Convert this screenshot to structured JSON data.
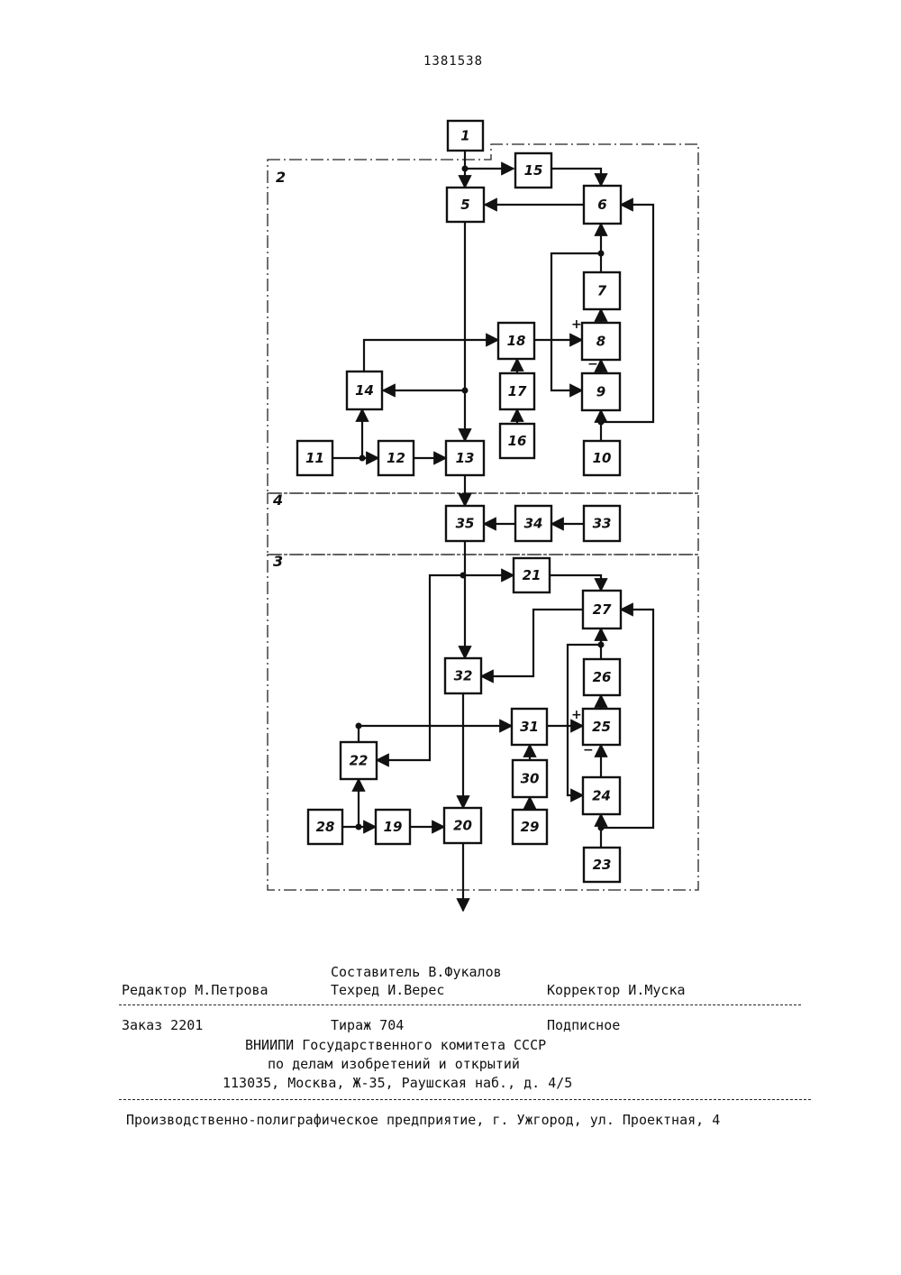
{
  "header": {
    "document_number": "1381538"
  },
  "diagram": {
    "regions": [
      {
        "id": "region-2",
        "label": "2"
      },
      {
        "id": "region-4",
        "label": "4"
      },
      {
        "id": "region-3",
        "label": "3"
      }
    ],
    "blocks": [
      {
        "id": "1",
        "label": "1"
      },
      {
        "id": "5",
        "label": "5"
      },
      {
        "id": "15",
        "label": "15"
      },
      {
        "id": "6",
        "label": "6"
      },
      {
        "id": "7",
        "label": "7"
      },
      {
        "id": "8",
        "label": "8"
      },
      {
        "id": "9",
        "label": "9"
      },
      {
        "id": "10",
        "label": "10"
      },
      {
        "id": "18",
        "label": "18"
      },
      {
        "id": "17",
        "label": "17"
      },
      {
        "id": "16",
        "label": "16"
      },
      {
        "id": "14",
        "label": "14"
      },
      {
        "id": "11",
        "label": "11"
      },
      {
        "id": "12",
        "label": "12"
      },
      {
        "id": "13",
        "label": "13"
      },
      {
        "id": "35",
        "label": "35"
      },
      {
        "id": "34",
        "label": "34"
      },
      {
        "id": "33",
        "label": "33"
      },
      {
        "id": "21",
        "label": "21"
      },
      {
        "id": "27",
        "label": "27"
      },
      {
        "id": "32",
        "label": "32"
      },
      {
        "id": "26",
        "label": "26"
      },
      {
        "id": "25",
        "label": "25"
      },
      {
        "id": "31",
        "label": "31"
      },
      {
        "id": "22",
        "label": "22"
      },
      {
        "id": "24",
        "label": "24"
      },
      {
        "id": "30",
        "label": "30"
      },
      {
        "id": "28",
        "label": "28"
      },
      {
        "id": "19",
        "label": "19"
      },
      {
        "id": "20",
        "label": "20"
      },
      {
        "id": "29",
        "label": "29"
      },
      {
        "id": "23",
        "label": "23"
      }
    ],
    "signs": {
      "plus": "+",
      "minus": "−"
    }
  },
  "footer": {
    "compiler": "Составитель В.Фукалов",
    "editor": "Редактор М.Петрова",
    "techred": "Техред И.Верес",
    "corrector": "Корректор И.Муска",
    "order": "Заказ 2201",
    "circulation": "Тираж 704",
    "subscription": "Подписное",
    "org_line1": "ВНИИПИ Государственного комитета СССР",
    "org_line2": "по делам изобретений и открытий",
    "org_address": "113035, Москва, Ж-35, Раушская наб., д. 4/5",
    "printer": "Производственно-полиграфическое предприятие, г. Ужгород, ул. Проектная, 4"
  }
}
